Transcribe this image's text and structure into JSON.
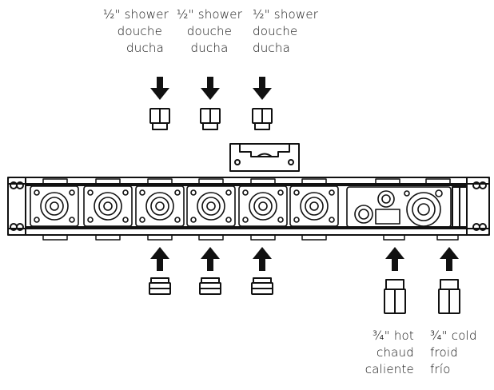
{
  "outlets": [
    {
      "size": "½\" shower",
      "fr": "douche",
      "es": "ducha"
    },
    {
      "size": "½\" shower",
      "fr": "douche",
      "es": "ducha"
    },
    {
      "size": "½\" shower",
      "fr": "douche",
      "es": "ducha"
    }
  ],
  "inlets": [
    {
      "size": "¾\" hot",
      "fr": "chaud",
      "es": "caliente"
    },
    {
      "size": "¾\" cold",
      "fr": "froid",
      "es": "frío"
    }
  ],
  "colors": {
    "line": "#111111",
    "background": "#ffffff"
  }
}
